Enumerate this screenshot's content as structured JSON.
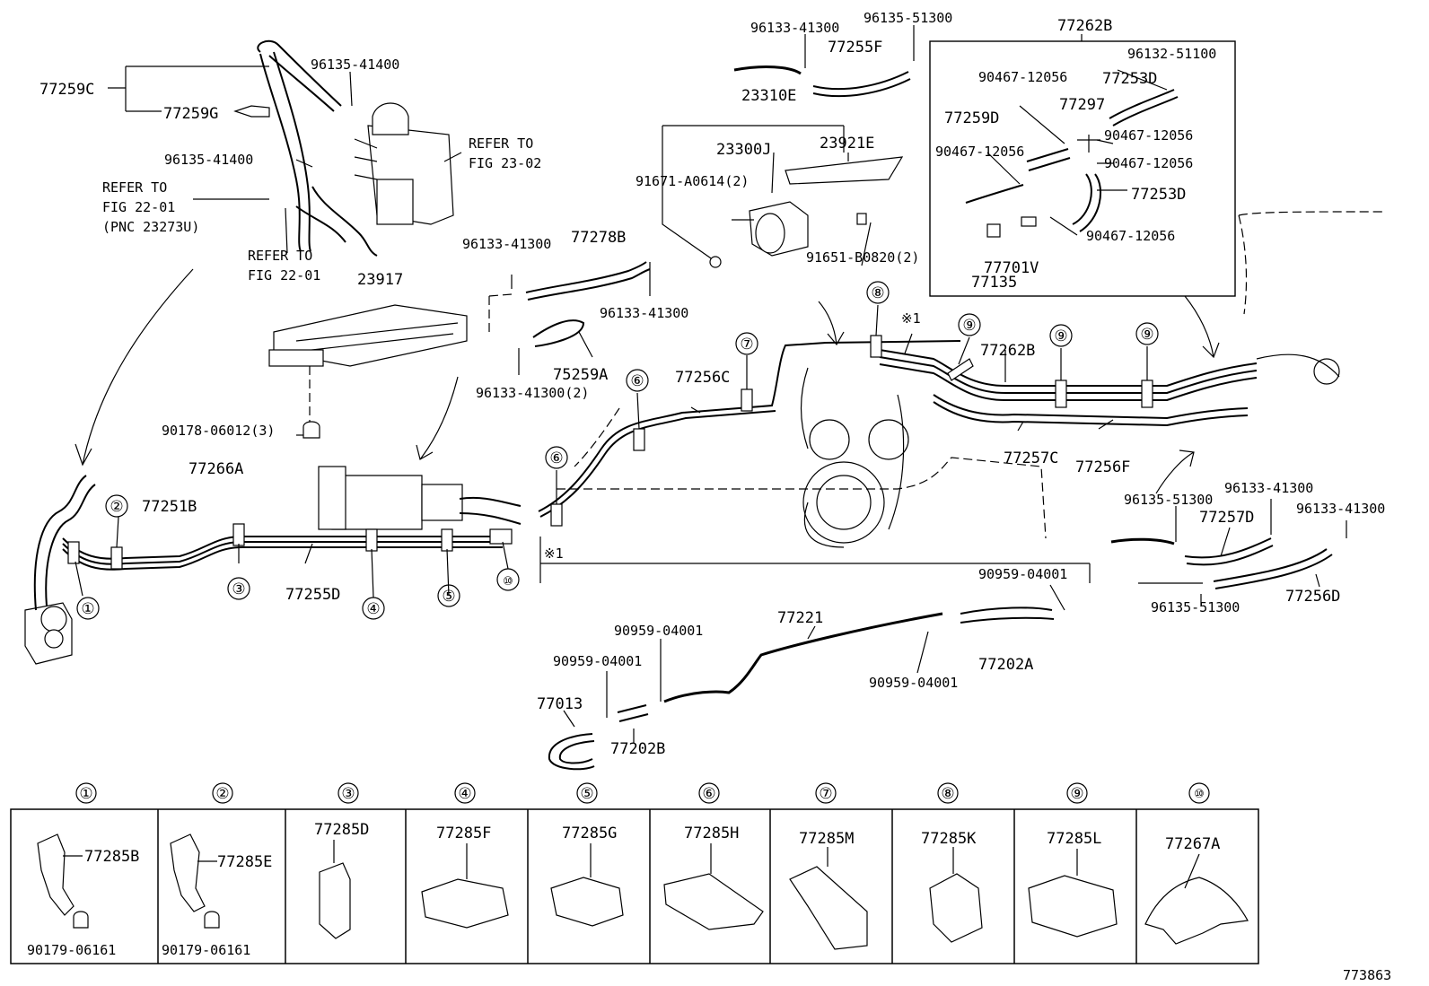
{
  "diagram_id": "773863",
  "labels": {
    "p77259C": "77259C",
    "p77259G": "77259G",
    "p96135_41400a": "96135-41400",
    "p96135_41400b": "96135-41400",
    "refer_fig2302_a": "REFER TO",
    "refer_fig2302_b": "FIG 23-02",
    "refer_fig2201a_a": "REFER TO",
    "refer_fig2201a_b": "FIG 22-01",
    "refer_fig2201a_c": "(PNC 23273U)",
    "refer_fig2201b_a": "REFER TO",
    "refer_fig2201b_b": "FIG 22-01",
    "p96133_41300a": "96133-41300",
    "p96135_51300a": "96135-51300",
    "p77255F": "77255F",
    "p23310E": "23310E",
    "p23300J": "23300J",
    "p23921E": "23921E",
    "p91671": "91671-A0614(2)",
    "p91651": "91651-B0820(2)",
    "p77262B_box": "77262B",
    "p96132_51100": "96132-51100",
    "p90467_a": "90467-12056",
    "p77253Da": "77253D",
    "p77297": "77297",
    "p77259D": "77259D",
    "p90467_b": "90467-12056",
    "p90467_c": "90467-12056",
    "p90467_d": "90467-12056",
    "p77253Db": "77253D",
    "p90467_e": "90467-12056",
    "p77701V": "77701V",
    "p77135": "77135",
    "p96133_41300b": "96133-41300",
    "p77278B": "77278B",
    "p96133_41300c": "96133-41300",
    "p23917": "23917",
    "p75259A": "75259A",
    "p96133_41300d": "96133-41300(2)",
    "p90178": "90178-06012(3)",
    "p77256C": "77256C",
    "p77262B": "77262B",
    "mark1a": "※1",
    "mark1b": "※1",
    "p77257C": "77257C",
    "p77256F": "77256F",
    "p96135_51300b": "96135-51300",
    "p96133_41300e": "96133-41300",
    "p96133_41300f": "96133-41300",
    "p77257D": "77257D",
    "p96135_51300c": "96135-51300",
    "p77256D": "77256D",
    "p77266A": "77266A",
    "p77251B": "77251B",
    "p77255D": "77255D",
    "p90959_a": "90959-04001",
    "p77221": "77221",
    "p90959_b": "90959-04001",
    "p90959_c": "90959-04001",
    "p77202A": "77202A",
    "p90959_d": "90959-04001",
    "p77013": "77013",
    "p77202B": "77202B"
  },
  "callouts": [
    "①",
    "②",
    "③",
    "④",
    "⑤",
    "⑥",
    "⑦",
    "⑧",
    "⑨",
    "⑩"
  ],
  "legend": [
    {
      "num": "①",
      "parts": [
        "77285B",
        "90179-06161"
      ]
    },
    {
      "num": "②",
      "parts": [
        "77285E",
        "90179-06161"
      ]
    },
    {
      "num": "③",
      "parts": [
        "77285D"
      ]
    },
    {
      "num": "④",
      "parts": [
        "77285F"
      ]
    },
    {
      "num": "⑤",
      "parts": [
        "77285G"
      ]
    },
    {
      "num": "⑥",
      "parts": [
        "77285H"
      ]
    },
    {
      "num": "⑦",
      "parts": [
        "77285M"
      ]
    },
    {
      "num": "⑧",
      "parts": [
        "77285K"
      ]
    },
    {
      "num": "⑨",
      "parts": [
        "77285L"
      ]
    },
    {
      "num": "⑩",
      "parts": [
        "77267A"
      ]
    }
  ]
}
